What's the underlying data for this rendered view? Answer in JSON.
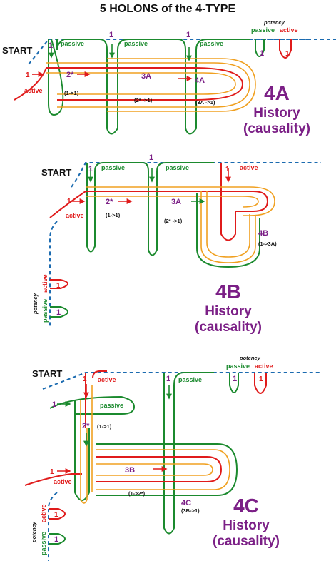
{
  "title": "5  HOLONS of the 4-TYPE",
  "labels": {
    "start": "START",
    "passive": "passive",
    "active": "active",
    "potency": "potency",
    "one": "1",
    "two_star": "2*",
    "history": "History",
    "causality": "(causality)"
  },
  "panel_a": {
    "id": "4A",
    "boxes": [
      "3A",
      "4A"
    ],
    "transitions": [
      "(1->1)",
      "(2* ->1)",
      "(3A ->1)"
    ]
  },
  "panel_b": {
    "id": "4B",
    "boxes": [
      "3A",
      "4B"
    ],
    "transitions": [
      "(1->1)",
      "(2* ->1)",
      "(1->3A)"
    ]
  },
  "panel_c": {
    "id": "4C",
    "boxes": [
      "3B",
      "4C"
    ],
    "transitions": [
      "(1->1)",
      "(1->2*)",
      "(3B->1)"
    ]
  },
  "colors": {
    "passive": "#1b8a2e",
    "active": "#e01b1b",
    "holon": "#7b1f86",
    "potency_dashed": "#1b6bb0",
    "band": "#f0a020"
  }
}
